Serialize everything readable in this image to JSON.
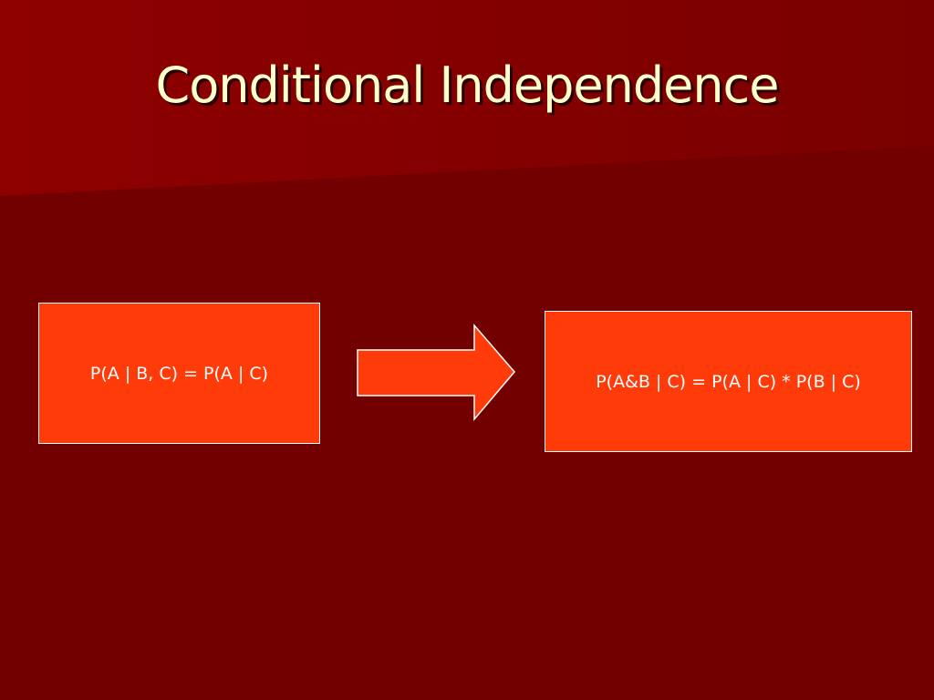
{
  "slide": {
    "title": "Conditional Independence"
  },
  "diagram": {
    "left_box": {
      "text": "P(A | B, C) = P(A | C)"
    },
    "right_box": {
      "text": "P(A&B | C) = P(A | C) * P(B | C)"
    },
    "arrow": {
      "direction": "right"
    }
  },
  "colors": {
    "background": "#730000",
    "background_band": "#8a0000",
    "title_text": "#ffffcc",
    "box_fill": "#ff3b0a",
    "box_border": "#ffffff"
  }
}
